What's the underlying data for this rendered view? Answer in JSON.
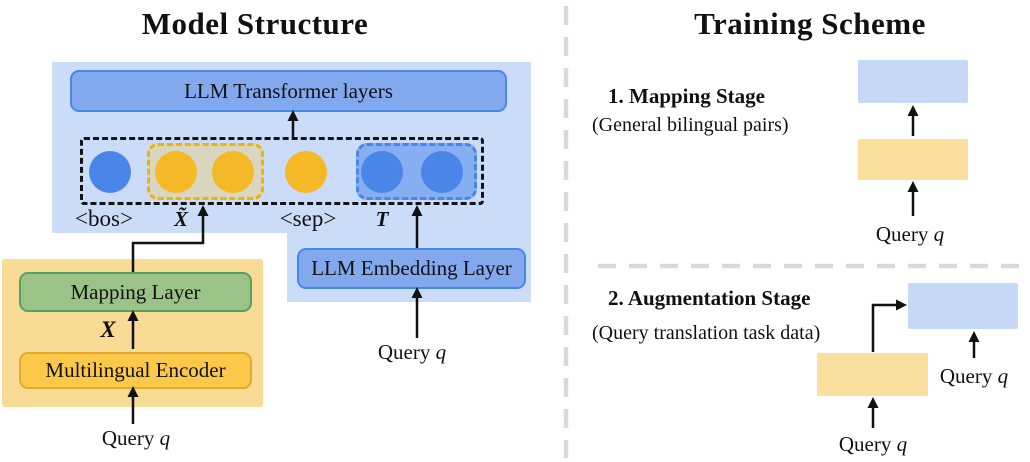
{
  "left": {
    "title": "Model Structure",
    "transformer_box_label": "LLM Transformer layers",
    "embedding_box_label": "LLM Embedding Layer",
    "mapping_box_label": "Mapping Layer",
    "encoder_box_label": "Multilingual Encoder",
    "tokens": {
      "bos": "<bos>",
      "x_tilde": "X̃",
      "sep": "<sep>",
      "t": "T"
    },
    "x_label": "X"
  },
  "right": {
    "title": "Training Scheme",
    "stage1": {
      "heading": "1. Mapping Stage",
      "caption": "(General bilingual pairs)"
    },
    "stage2": {
      "heading": "2. Augmentation Stage",
      "caption": "(Query translation task data)"
    }
  },
  "labels": {
    "query_word": "Query",
    "query_var": "q"
  },
  "colors": {
    "panel_blue": "#cadcf7",
    "box_blue_fill": "#82a8ee",
    "box_blue_border": "#4a86e8",
    "token_blue": "#4a86e8",
    "token_yellow": "#f5b826",
    "token_group_tan_fill": "#dad7c1",
    "token_group_gold_border": "#efb302",
    "token_group_blue_fill": "#87aef1",
    "panel_yellow": "#f8dc96",
    "encoder_yellow_fill": "#fbc84a",
    "encoder_border": "#e2a92c",
    "mapping_green_fill": "#9cc387",
    "mapping_green_border": "#57a065",
    "stage_rect_blue": "#c5d8f5",
    "stage_rect_yellow": "#fbdf9f",
    "separator_gray": "#d9d9d9",
    "arrow_black": "#111111"
  }
}
